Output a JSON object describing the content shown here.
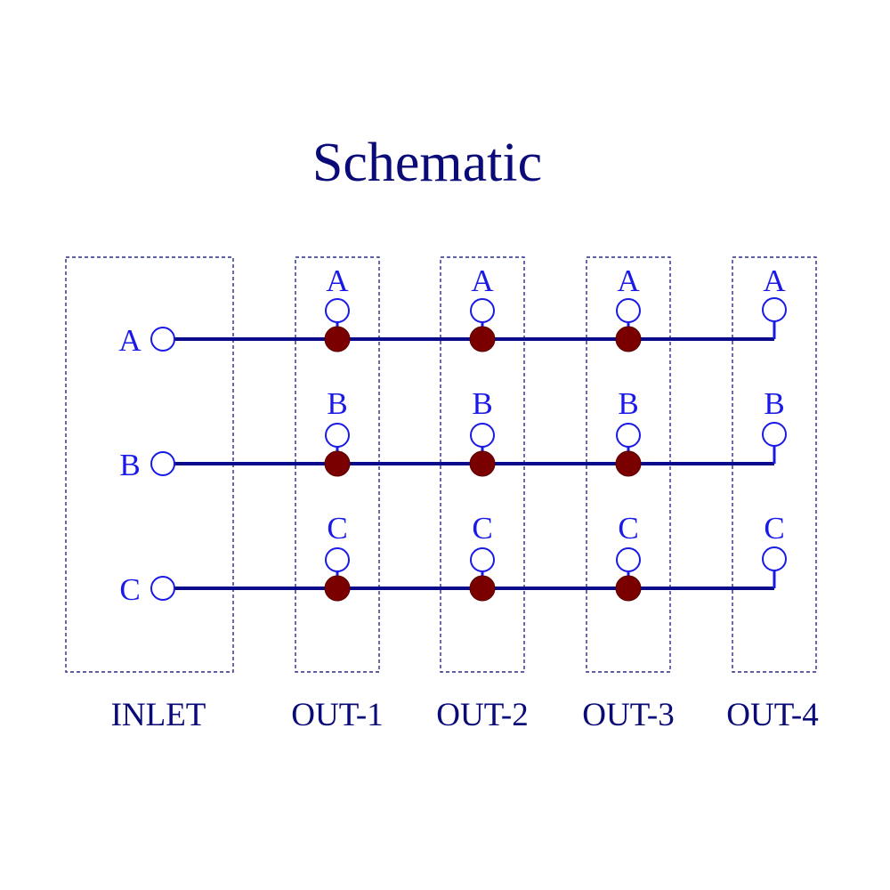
{
  "title": "Schematic",
  "inlet": {
    "label": "INLET",
    "terminals": [
      "A",
      "B",
      "C"
    ]
  },
  "outputs": [
    {
      "label": "OUT-1",
      "terminals": [
        "A",
        "B",
        "C"
      ],
      "junction": true
    },
    {
      "label": "OUT-2",
      "terminals": [
        "A",
        "B",
        "C"
      ],
      "junction": true
    },
    {
      "label": "OUT-3",
      "terminals": [
        "A",
        "B",
        "C"
      ],
      "junction": true
    },
    {
      "label": "OUT-4",
      "terminals": [
        "A",
        "B",
        "C"
      ],
      "junction": false
    }
  ],
  "colors": {
    "title": "#0a0a78",
    "wire": "#0a0a8c",
    "terminal": "#1a1ae6",
    "junction": "#7a0000"
  }
}
